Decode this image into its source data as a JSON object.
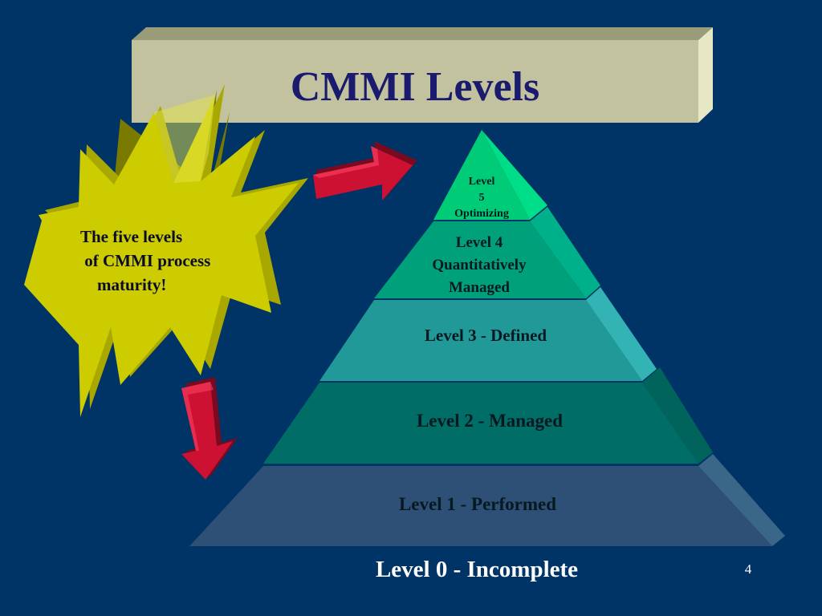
{
  "slide": {
    "title": "CMMI Levels",
    "page_number": "4"
  },
  "callout": {
    "text": "The five levels\n of CMMI process\n    maturity!"
  },
  "pyramid": {
    "levels": [
      {
        "label": "Level\n5\nOptimizing"
      },
      {
        "label": "Level 4\nQuantitatively\nManaged"
      },
      {
        "label": "Level 3 - Defined"
      },
      {
        "label": "Level 2 - Managed"
      },
      {
        "label": "Level 1 - Performed"
      }
    ],
    "base_label": "Level 0 - Incomplete"
  },
  "colors": {
    "background": "#003366",
    "title_bar": "#c2c39e",
    "starburst": "#cccc00",
    "arrow": "#cc1133",
    "level5": "#00cc77",
    "level4": "#00a07a",
    "level3": "#229999",
    "level2": "#006e66",
    "level1": "#2e4f76"
  }
}
